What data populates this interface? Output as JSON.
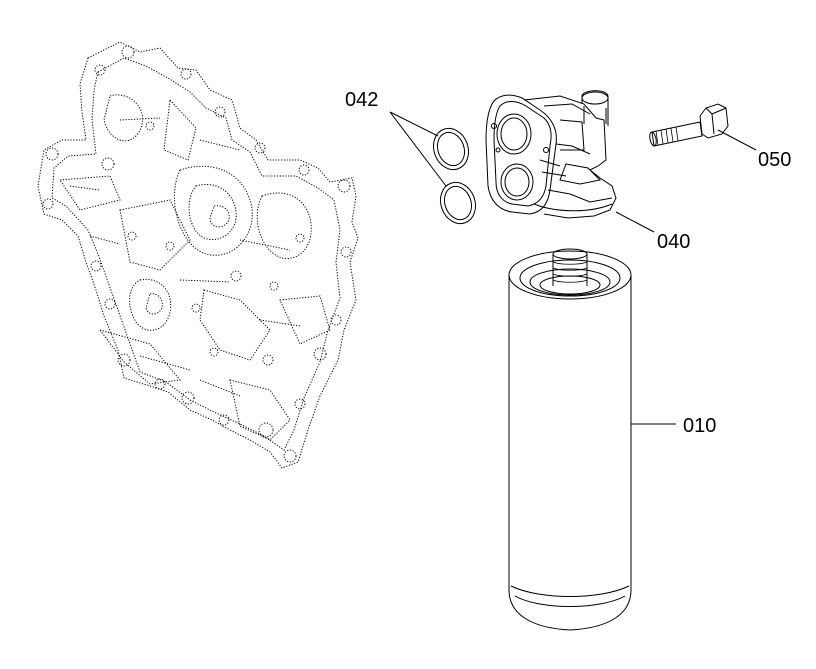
{
  "labels": {
    "filter": "010",
    "filter_head": "040",
    "o_rings": "042",
    "bolt": "050"
  }
}
